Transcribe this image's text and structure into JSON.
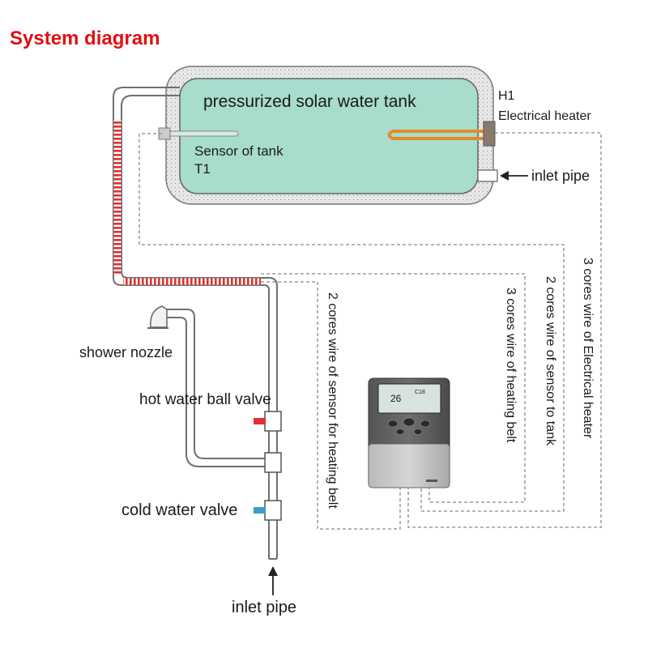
{
  "title": "System diagram",
  "tank": {
    "label": "pressurized  solar water tank",
    "sensor_label": "Sensor of tank",
    "sensor_id": "T1",
    "heater_id": "H1",
    "heater_label": "Electrical heater",
    "inlet_label": "inlet pipe"
  },
  "fixtures": {
    "shower": "shower nozzle",
    "hot_valve": "hot water ball valve",
    "cold_valve": "cold water valve",
    "inlet": "inlet pipe"
  },
  "controller": {
    "display_value": "26",
    "display_small": "C18"
  },
  "wires": {
    "heater_wire": "3 cores wire of Electrical heater",
    "tank_sensor_wire": "2 cores wire of sensor to tank",
    "belt_wire": "3 cores wire of heating belt",
    "belt_sensor_wire": "2 cores wire of sensor for heating belt"
  },
  "colors": {
    "title": "#e01010",
    "water": "#a8dccd",
    "heating_belt": "#e03030",
    "hot_valve_handle": "#e03030",
    "cold_valve_handle": "#3a9fc8"
  }
}
